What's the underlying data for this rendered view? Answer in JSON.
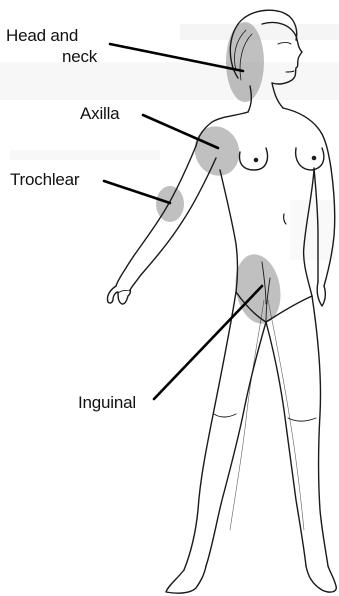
{
  "labels": {
    "head_and_neck_line1": "Head and",
    "head_and_neck_line2": "neck",
    "axilla": "Axilla",
    "trochlear": "Trochlear",
    "inguinal": "Inguinal"
  },
  "colors": {
    "node_region_fill": "#8c8c8c",
    "outline": "#1a1a1a",
    "leader_line": "#000000",
    "faint_bleed_text": "#d9d9d9"
  }
}
